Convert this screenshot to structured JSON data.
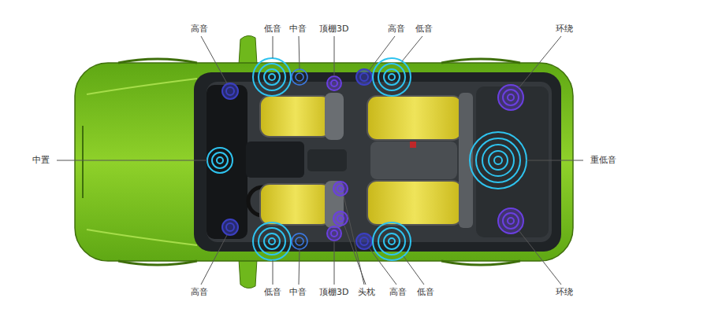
{
  "diagram": {
    "labels": [
      "高音",
      "低音",
      "中音",
      "顶棚3D",
      "高音",
      "低音",
      "环绕",
      "中置",
      "重低音",
      "高音",
      "低音",
      "中音",
      "顶棚3D",
      "头枕",
      "高音",
      "低音",
      "环绕"
    ]
  }
}
